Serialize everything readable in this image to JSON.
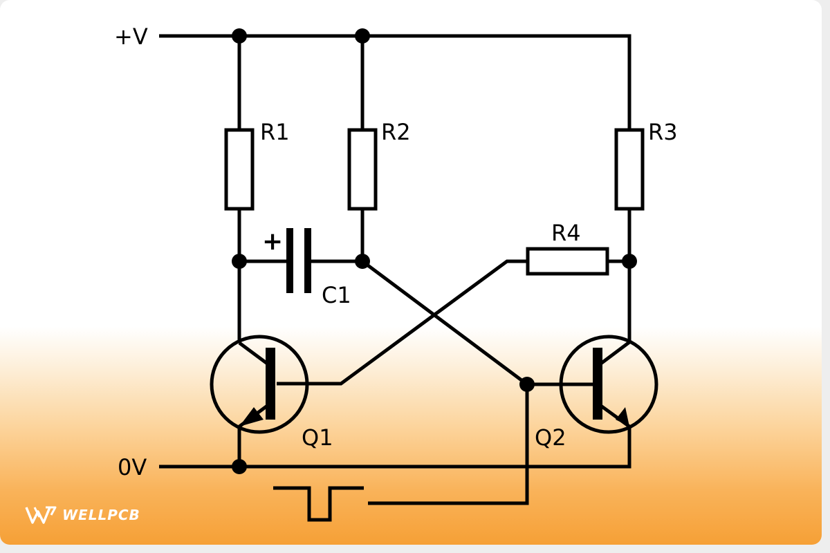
{
  "supply": {
    "positive_label": "+V",
    "ground_label": "0V"
  },
  "resistors": {
    "r1": "R1",
    "r2": "R2",
    "r3": "R3",
    "r4": "R4"
  },
  "capacitor": {
    "label": "C1",
    "polarity_mark": "+"
  },
  "transistors": {
    "q1": "Q1",
    "q2": "Q2"
  },
  "logo": {
    "text": "WELLPCB",
    "icon": "wellpcb-logo-icon"
  },
  "colors": {
    "wire": "#000000",
    "background": "#ffffff",
    "gradient_bottom": "#f6a036",
    "logo": "#ffffff"
  }
}
